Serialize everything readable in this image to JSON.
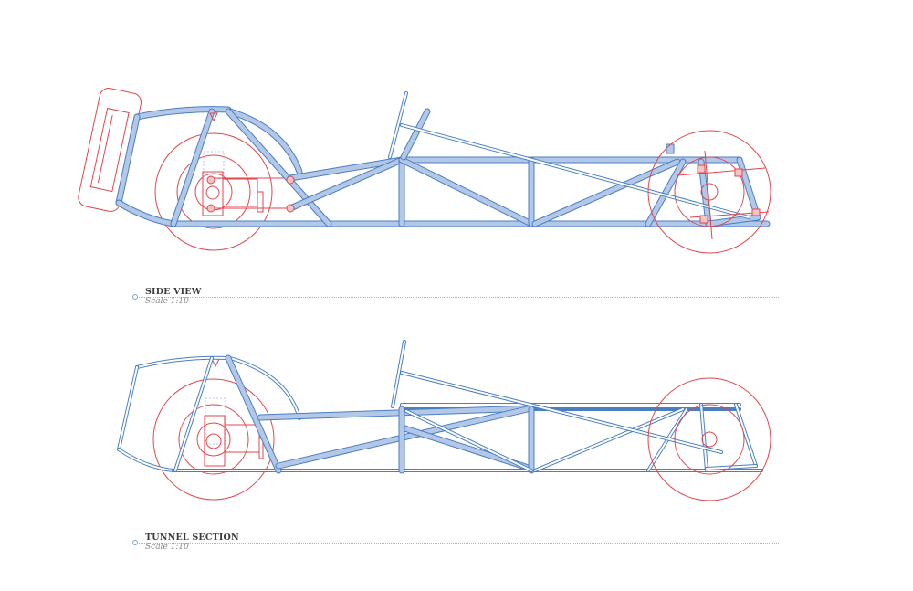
{
  "colors": {
    "frame_fill": "#b3c7e6",
    "frame_stroke": "#4a7fc4",
    "wheel_red": "#e0474c",
    "rule": "#9bb6d6",
    "title_text": "#3a3a3a",
    "scale_text": "#8a8a8a"
  },
  "views": [
    {
      "title": "SIDE VIEW",
      "scale": "Scale 1:10"
    },
    {
      "title": "TUNNEL SECTION",
      "scale": "Scale 1:10"
    }
  ]
}
